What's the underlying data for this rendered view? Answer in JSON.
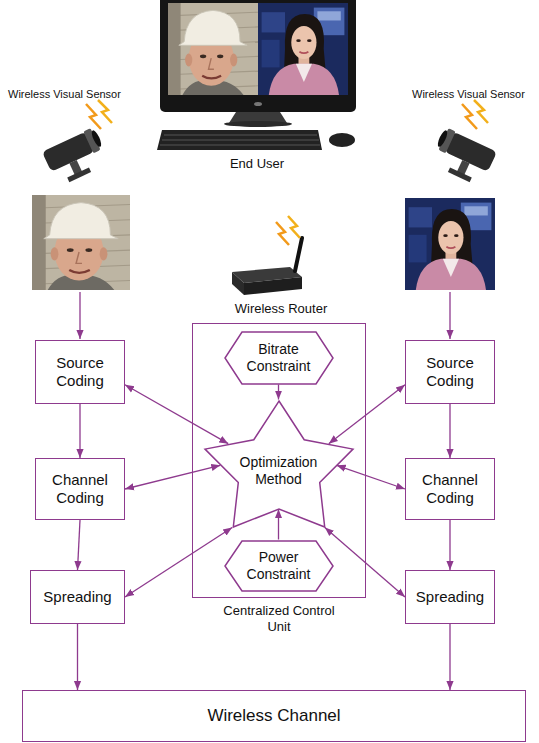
{
  "diagram": {
    "nodes": [
      {
        "text": [
          "Source Coding"
        ]
      },
      {
        "text": [
          "Centralized Control Unit"
        ]
      },
      {
        "text": [
          "Bitrate Constraint"
        ],
        "in": 1
      },
      {
        "text": [
          "Optimization Method"
        ],
        "in": 1
      },
      {
        "text": [
          "Power Constraint"
        ],
        "in": 1
      },
      {
        "text": [
          "Source Coding"
        ]
      },
      {
        "text": [
          "Channel Coding"
        ]
      },
      {
        "text": [
          "Channel Coding"
        ]
      },
      {
        "text": [
          "Spreading"
        ]
      },
      {
        "text": [
          "Spreading"
        ]
      },
      {
        "text": [
          "Wireless Channel"
        ]
      }
    ],
    "edges": [
      {
        "from": 0,
        "to": 6,
        "arrow": "to"
      },
      {
        "from": 6,
        "to": 8,
        "arrow": "to"
      },
      {
        "from": 8,
        "to": 10,
        "arrow": "to"
      },
      {
        "from": 5,
        "to": 7,
        "arrow": "to"
      },
      {
        "from": 7,
        "to": 9,
        "arrow": "to"
      },
      {
        "from": 9,
        "to": 10,
        "arrow": "to"
      },
      {
        "from": 2,
        "to": 3,
        "arrow": "to"
      },
      {
        "from": 4,
        "to": 3,
        "arrow": "to"
      },
      {
        "from": 0,
        "to": 3,
        "arrow": "both"
      },
      {
        "from": 6,
        "to": 3,
        "arrow": "both"
      },
      {
        "from": 8,
        "to": 3,
        "arrow": "both"
      },
      {
        "from": 5,
        "to": 3,
        "arrow": "both"
      },
      {
        "from": 7,
        "to": 3,
        "arrow": "both"
      },
      {
        "from": 9,
        "to": 3,
        "arrow": "both"
      }
    ],
    "labels": [
      "Wireless Visual Sensor",
      "Wireless Visual Sensor",
      "End User",
      "Wireless Router"
    ]
  }
}
